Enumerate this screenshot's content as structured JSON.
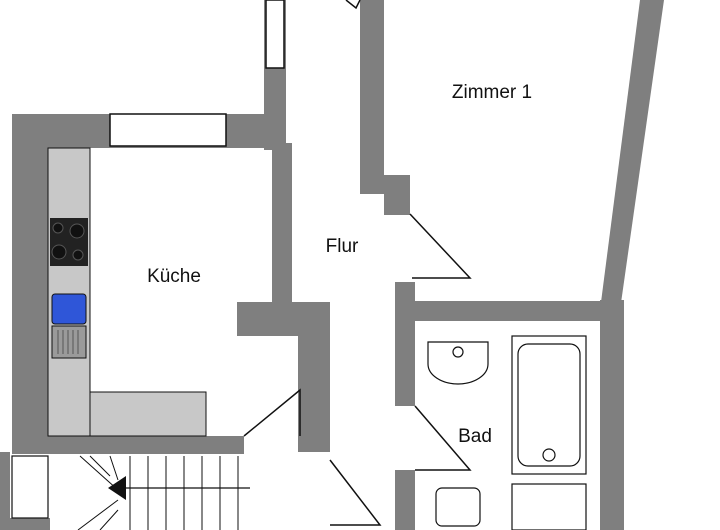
{
  "floorplan": {
    "rooms": [
      {
        "key": "zimmer1",
        "label": "Zimmer 1"
      },
      {
        "key": "flur",
        "label": "Flur"
      },
      {
        "key": "kueche",
        "label": "Küche"
      },
      {
        "key": "bad",
        "label": "Bad"
      }
    ]
  },
  "colors": {
    "wall": "#7f7f7f",
    "floor": "#ffffff",
    "fixture": "#c8c8c8",
    "sink_blue": "#2f56d8",
    "cooktop": "#222222",
    "line": "#111111"
  }
}
